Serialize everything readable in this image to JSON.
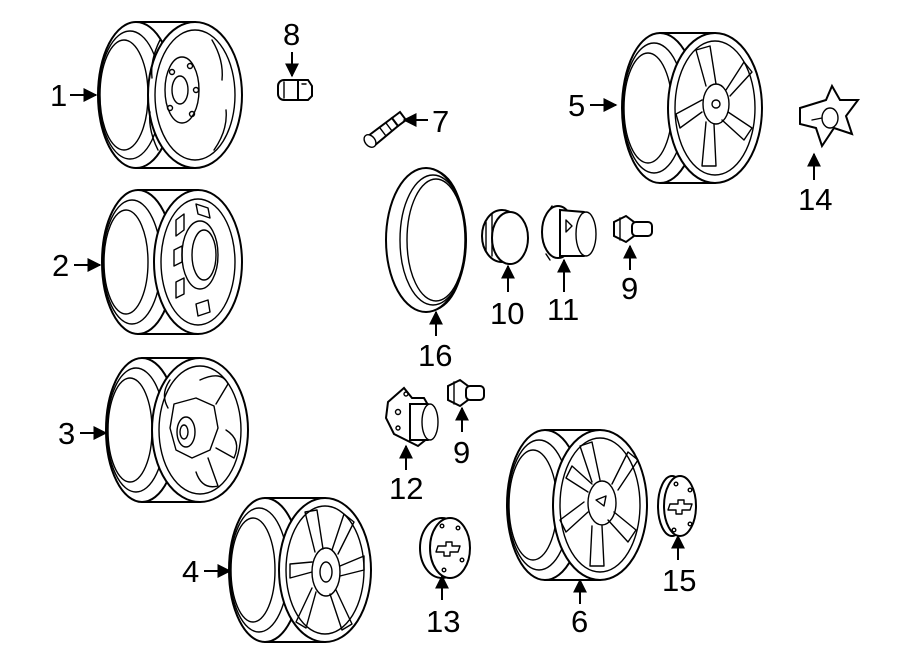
{
  "callouts": {
    "c1": "1",
    "c2": "2",
    "c3": "3",
    "c4": "4",
    "c5": "5",
    "c6": "6",
    "c7": "7",
    "c8": "8",
    "c9a": "9",
    "c9b": "9",
    "c10": "10",
    "c11": "11",
    "c12": "12",
    "c13": "13",
    "c14": "14",
    "c15": "15",
    "c16": "16"
  },
  "colors": {
    "line": "#000000",
    "background": "#ffffff"
  },
  "parts": [
    "steel-wheel",
    "steel-wheel-slotted",
    "steel-wheel-styled",
    "aluminum-wheel-spoked",
    "aluminum-wheel-five-spoke",
    "aluminum-wheel-six-spoke",
    "valve-stem",
    "lug-nut",
    "wheel-lock",
    "hub-cap",
    "center-cap-dome",
    "center-cap-retainer",
    "center-cap-bowtie",
    "center-cap-star",
    "center-cap-emblem",
    "trim-ring"
  ]
}
